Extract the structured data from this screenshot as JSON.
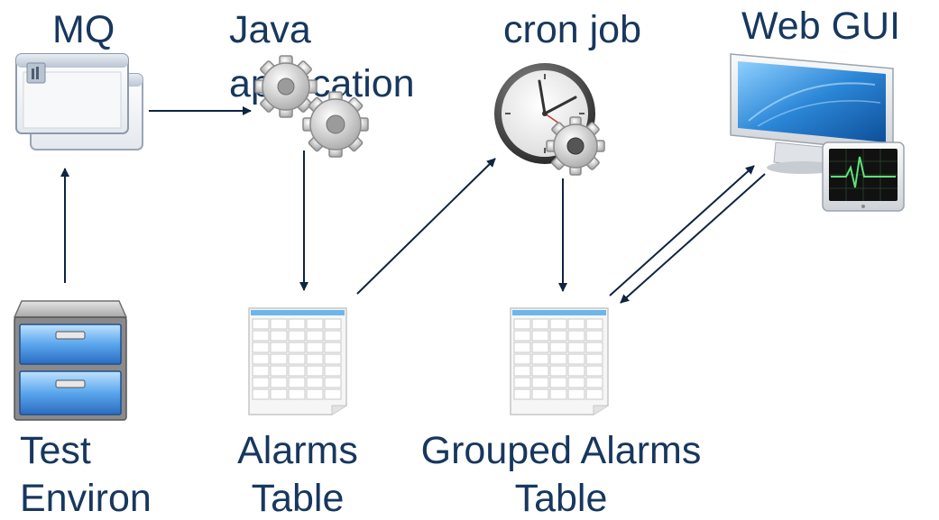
{
  "nodes": {
    "mq": {
      "label": "MQ",
      "icon": "window-icon"
    },
    "java": {
      "label_line1": "Java",
      "label_line2": "application",
      "icon": "gears-icon"
    },
    "cron": {
      "label": "cron job",
      "icon": "clock-gear-icon"
    },
    "webgui": {
      "label": "Web GUI",
      "icon": "monitor-icon"
    },
    "test": {
      "label_line1": "Test",
      "label_line2": "Environ",
      "icon": "cabinet-icon"
    },
    "alarms": {
      "label_line1": "Alarms",
      "label_line2": "Table",
      "icon": "table-icon"
    },
    "grouped": {
      "label_line1": "Grouped Alarms",
      "label_line2": "Table",
      "icon": "table-icon"
    }
  },
  "edges": [
    {
      "from": "test",
      "to": "mq"
    },
    {
      "from": "mq",
      "to": "java"
    },
    {
      "from": "java",
      "to": "alarms"
    },
    {
      "from": "alarms",
      "to": "cron"
    },
    {
      "from": "cron",
      "to": "grouped"
    },
    {
      "from": "grouped",
      "to": "webgui"
    },
    {
      "from": "webgui",
      "to": "grouped"
    }
  ],
  "colors": {
    "label": "#17375e",
    "edge": "#0f2540",
    "accent": "#4a9fe0"
  }
}
